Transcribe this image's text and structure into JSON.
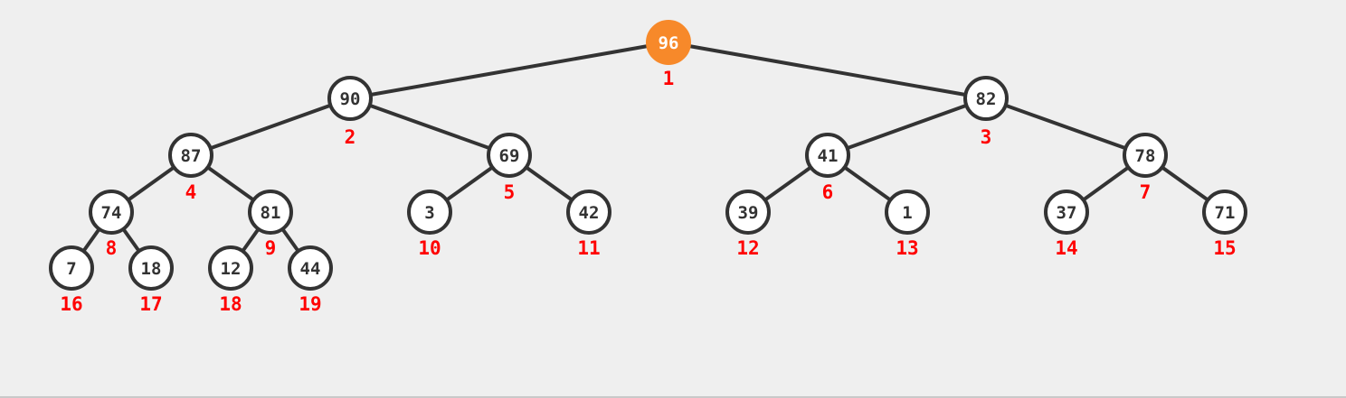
{
  "tree": {
    "colors": {
      "edge": "#333333",
      "node_border": "#333333",
      "node_fill": "#ffffff",
      "highlight": "#f7892a",
      "index_label": "#ff0000",
      "background": "#efefef"
    },
    "highlighted_index": 1,
    "nodes": [
      {
        "index": "1",
        "value": "96"
      },
      {
        "index": "2",
        "value": "90"
      },
      {
        "index": "3",
        "value": "82"
      },
      {
        "index": "4",
        "value": "87"
      },
      {
        "index": "5",
        "value": "69"
      },
      {
        "index": "6",
        "value": "41"
      },
      {
        "index": "7",
        "value": "78"
      },
      {
        "index": "8",
        "value": "74"
      },
      {
        "index": "9",
        "value": "81"
      },
      {
        "index": "10",
        "value": "3"
      },
      {
        "index": "11",
        "value": "42"
      },
      {
        "index": "12",
        "value": "39"
      },
      {
        "index": "13",
        "value": "1"
      },
      {
        "index": "14",
        "value": "37"
      },
      {
        "index": "15",
        "value": "71"
      },
      {
        "index": "16",
        "value": "7"
      },
      {
        "index": "17",
        "value": "18"
      },
      {
        "index": "18",
        "value": "12"
      },
      {
        "index": "19",
        "value": "44"
      }
    ]
  }
}
